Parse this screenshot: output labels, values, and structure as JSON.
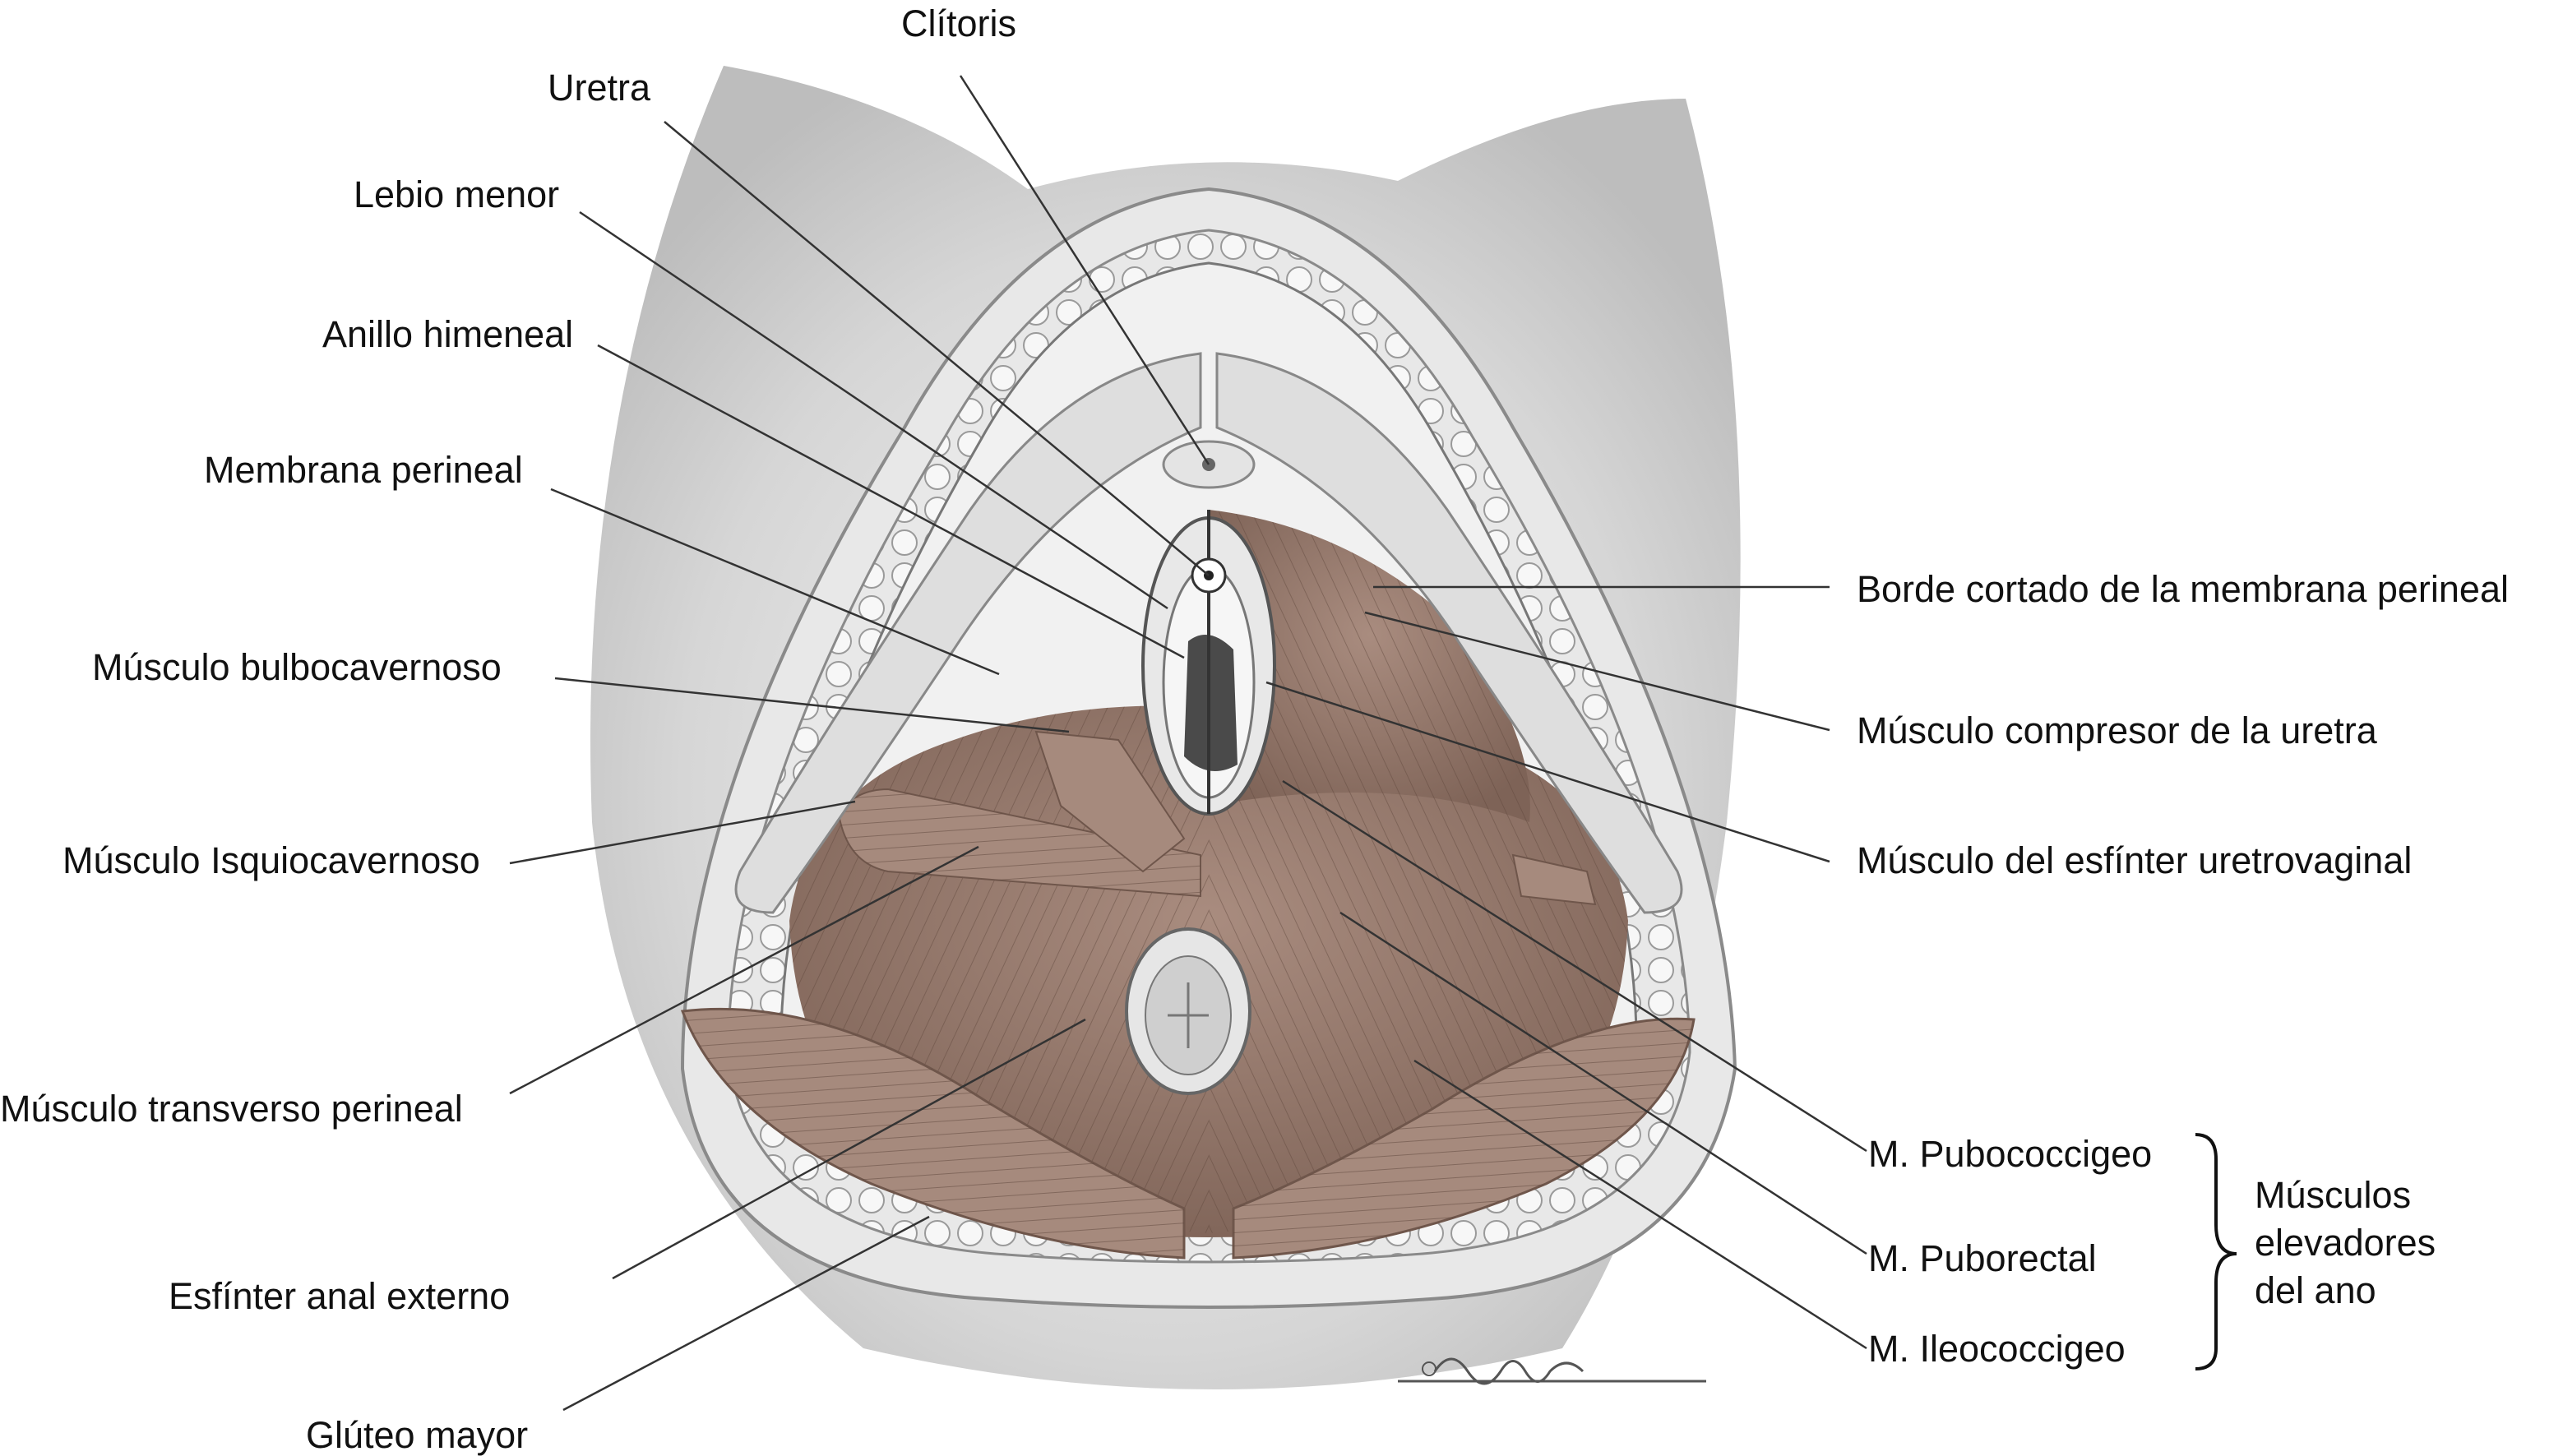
{
  "labels": {
    "clitoris": "Clítoris",
    "uretra": "Uretra",
    "labio_menor": "Lebio menor",
    "anillo_himeneal": "Anillo himeneal",
    "membrana_perineal": "Membrana perineal",
    "bulbocavernoso": "Músculo bulbocavernoso",
    "isquiocavernoso": "Músculo Isquiocavernoso",
    "transverso_perineal": "Músculo transverso perineal",
    "esfinter_anal": "Esfínter anal externo",
    "gluteo_mayor": "Glúteo mayor",
    "borde_cortado": "Borde cortado de la membrana perineal",
    "compresor_uretra": "Músculo compresor de la uretra",
    "esfinter_uretrovaginal": "Músculo del esfínter uretrovaginal",
    "pubococcigeo": "M. Pubococcigeo",
    "puborectal": "M. Puborectal",
    "ileococcigeo": "M. Ileococcigeo"
  },
  "group": {
    "line1": "Músculos",
    "line2": "elevadores",
    "line3": "del ano"
  },
  "colors": {
    "muscle": "#9c7f72",
    "muscle_dark": "#6f564b",
    "skin": "#c9c9c9",
    "fat": "#e6e6e6",
    "leader": "#333333"
  }
}
